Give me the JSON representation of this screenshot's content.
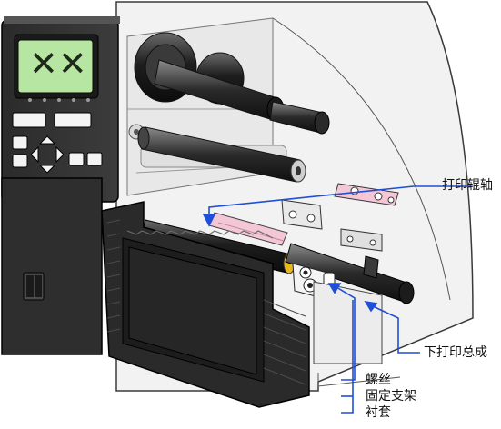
{
  "diagram": {
    "labels": {
      "print_roller_shaft": "打印辊轴",
      "lower_print_assembly": "下打印总成",
      "screw": "螺丝",
      "fixing_bracket": "固定支架",
      "bushing": "衬套"
    },
    "lcd": {
      "glyph": "✕✕"
    },
    "colors": {
      "callout": "#1f4fd6",
      "pink_parts": "#f3c7d6",
      "lcd_screen": "#b6e6a2",
      "housing_dark": "#2e2e2e",
      "chassis_grey": "#e4e4e4",
      "accent_yellow": "#e8b820"
    }
  }
}
